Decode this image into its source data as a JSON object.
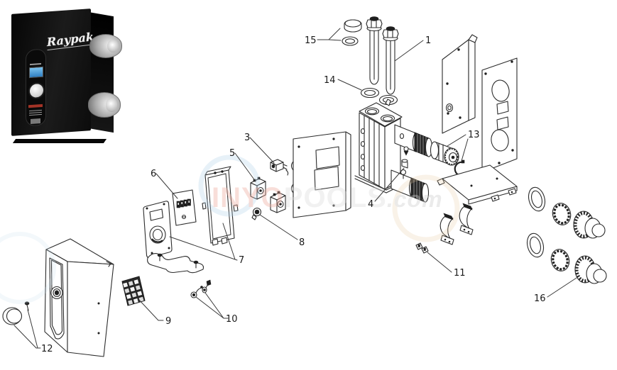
{
  "product_photo": {
    "brand_logo": "Raypak"
  },
  "watermark": {
    "inyo": "INYO",
    "pools": "POOLS",
    "com": ".com"
  },
  "diagram": {
    "callouts": {
      "c1": "1",
      "c3": "3",
      "c4": "4",
      "c5": "5",
      "c6": "6",
      "c7": "7",
      "c8": "8",
      "c9": "9",
      "c10": "10",
      "c11": "11",
      "c12": "12",
      "c13": "13",
      "c14": "14",
      "c15": "15",
      "c16": "16"
    }
  },
  "colors": {
    "line": "#2b2b2b",
    "watermark_red": "#eeada1",
    "watermark_gray": "#dcdcdc",
    "watermark_blue": "#aecfe6",
    "watermark_tan": "#e9cda4"
  }
}
